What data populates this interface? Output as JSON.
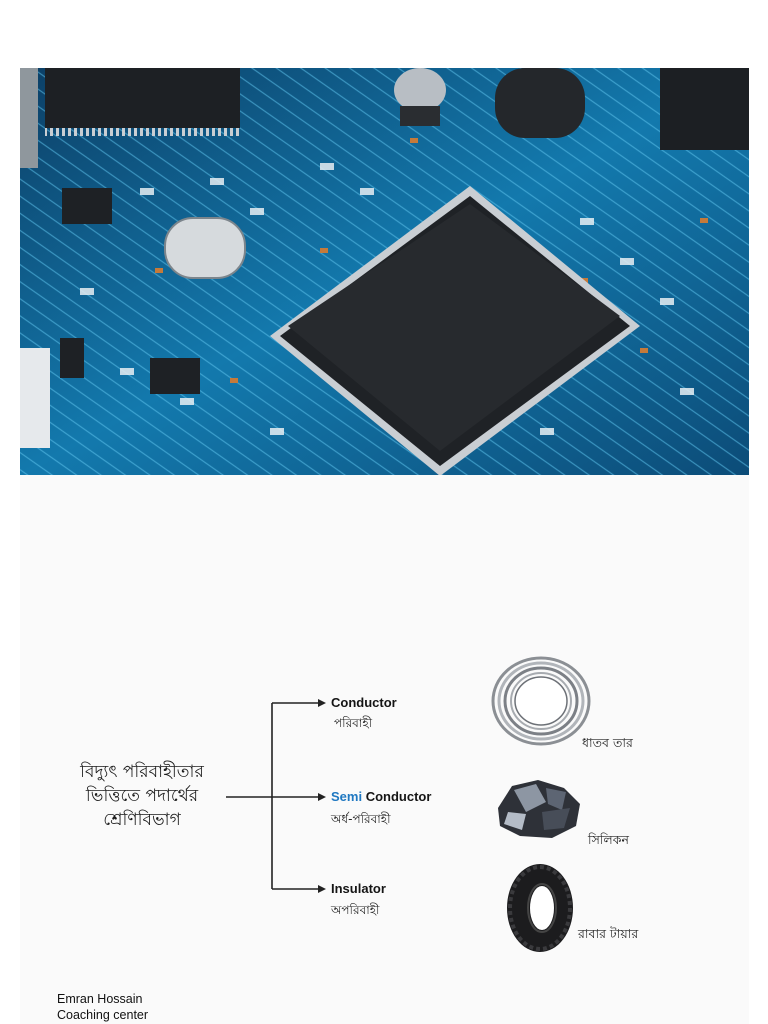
{
  "diagram": {
    "source_lines": [
      "বিদ্যুৎ পরিবাহীতার",
      "ভিত্তিতে পদার্থের",
      "শ্রেণিবিভাগ"
    ],
    "branches": [
      {
        "title": "Conductor",
        "subtitle": "পরিবাহী",
        "example": "ধাতব তার"
      },
      {
        "title_accent": "Semi",
        "title": "Conductor",
        "subtitle": "অর্ধ-পরিবাহী",
        "example": "সিলিকন"
      },
      {
        "title": "Insulator",
        "subtitle": "অপরিবাহী",
        "example": "রাবার টায়ার"
      }
    ]
  },
  "footer": {
    "line1": "Emran Hossain",
    "line2": "Coaching center"
  },
  "colors": {
    "pcb_board": "#0f5f8f",
    "chip": "#1f2226",
    "accent": "#1f78c1"
  }
}
